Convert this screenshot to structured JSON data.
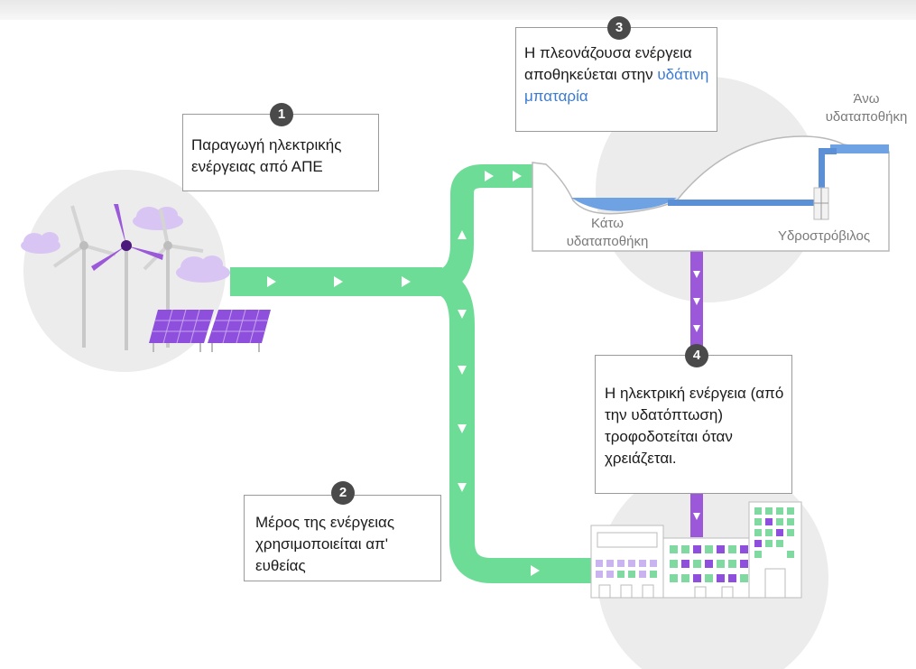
{
  "steps": [
    {
      "number": "1",
      "text": "Παραγωγή ηλεκτρικής ενέργειας από ΑΠΕ"
    },
    {
      "number": "2",
      "text": "Μέρος της ενέργειας χρησιμοποιείται απ' ευθείας"
    },
    {
      "number": "3",
      "text_before": "Η πλεονάζουσα ενέργεια αποθηκεύεται στην ",
      "text_highlight": "υδάτινη μπαταρία"
    },
    {
      "number": "4",
      "text": "Η ηλεκτρική ενέργεια (από την υδατόπτωση) τροφοδοτείται όταν χρειάζεται."
    }
  ],
  "labels": {
    "upper_reservoir": "Άνω υδαταποθήκη",
    "lower_reservoir": "Κάτω υδαταποθήκη",
    "turbine": "Υδροστρόβιλος"
  },
  "colors": {
    "flow_green": "#6ddc96",
    "power_purple": "#9b59d9",
    "water_blue": "#5b8fd6",
    "highlight_blue": "#3a7bd5",
    "badge": "#4a4a4a"
  }
}
